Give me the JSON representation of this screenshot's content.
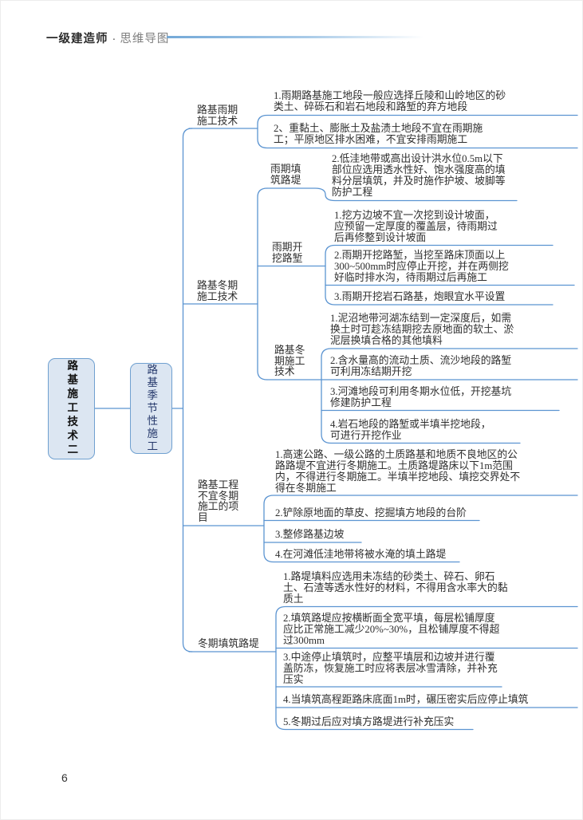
{
  "header": {
    "brand": "一级建造师",
    "separator": "·",
    "subtitle": "思维导图"
  },
  "page_number": "6",
  "colors": {
    "connector_blue": "#5b94d1",
    "node_fill": "#dce6f2",
    "node_border": "#6fa0d0",
    "topic_text": "#25386b",
    "body_text": "#2e2e2e",
    "header_rule": "#74a9d8"
  },
  "mindmap": {
    "root": {
      "label": "路基施工技术二"
    },
    "topic": {
      "label": "路基季节性施工"
    },
    "branches": [
      {
        "label": "路基雨期施工技术",
        "leaves": [
          "1.雨期路基施工地段一般应选择丘陵和山岭地区的砂类土、碎砾石和岩石地段和路堑的弃方地段",
          "2、重黏土、膨胀土及盐渍土地段不宜在雨期施工；平原地区排水困难，不宜安排雨期施工"
        ]
      },
      {
        "label": "路基冬期施工技术",
        "children": [
          {
            "label": "雨期填筑路堤",
            "leaves": [
              "2.低洼地带或高出设计洪水位0.5m以下部位应选用透水性好、饱水强度高的填料分层填筑，并及时施作护坡、坡脚等防护工程"
            ]
          },
          {
            "label": "雨期开挖路堑",
            "leaves": [
              "1.挖方边坡不宜一次挖到设计坡面，应预留一定厚度的覆盖层，待雨期过后再修整到设计坡面",
              "2.雨期开挖路堑，当挖至路床顶面以上300~500mm时应停止开挖，并在两侧挖好临时排水沟，待雨期过后再施工",
              "3.雨期开挖岩石路基，炮眼宜水平设置"
            ]
          },
          {
            "label": "路基冬期施工技术",
            "leaves": [
              "1.泥沼地带河湖冻结到一定深度后，如需换土时可趁冻结期挖去原地面的软土、淤泥层换填合格的其他填料",
              "2.含水量高的流动土质、流沙地段的路堑可利用冻结期开挖",
              "3.河滩地段可利用冬期水位低，开挖基坑修建防护工程",
              "4.岩石地段的路堑或半填半挖地段，可进行开挖作业"
            ]
          }
        ]
      },
      {
        "label": "路基工程不宜冬期施工的项目",
        "leaves": [
          "1.高速公路、一级公路的土质路基和地质不良地区的公路路堤不宜进行冬期施工。土质路堤路床以下1m范围内，不得进行冬期施工。半填半挖地段、填挖交界处不得在冬期施工",
          "2.铲除原地面的草皮、挖掘填方地段的台阶",
          "3.整修路基边坡",
          "4.在河滩低洼地带将被水淹的填土路堤"
        ]
      },
      {
        "label": "冬期填筑路堤",
        "leaves": [
          "1.路堤填料应选用未冻结的砂类土、碎石、卵石土、石渣等透水性好的材料，不得用含水率大的黏质土",
          "2.填筑路堤应按横断面全宽平填，每层松铺厚度应比正常施工减少20%~30%，且松铺厚度不得超过300mm",
          "3.中途停止填筑时，应整平填层和边坡并进行覆盖防冻，恢复施工时应将表层冰雪清除，并补充压实",
          "4.当填筑高程距路床底面1m时，碾压密实后应停止填筑",
          "5.冬期过后应对填方路堤进行补充压实"
        ]
      }
    ]
  }
}
